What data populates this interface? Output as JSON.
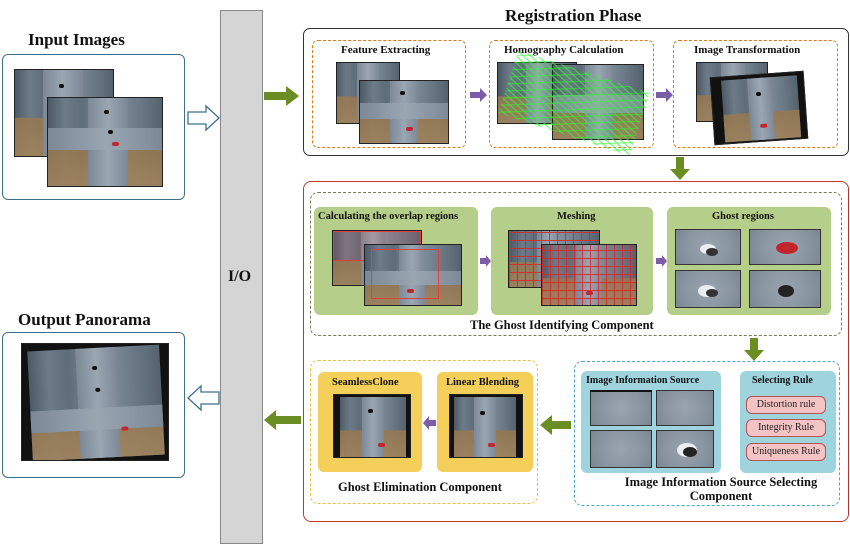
{
  "input_images": {
    "title": "Input Images"
  },
  "output_panorama": {
    "title": "Output Panorama"
  },
  "io": {
    "label": "I/O"
  },
  "registration": {
    "title": "Registration Phase",
    "steps": [
      {
        "label": "Feature Extracting"
      },
      {
        "label": "Homography Calculation"
      },
      {
        "label": "Image Transformation"
      }
    ]
  },
  "ghost_identifying": {
    "caption": "The Ghost Identifying Component",
    "steps": [
      {
        "label": "Calculating the overlap regions"
      },
      {
        "label": "Meshing"
      },
      {
        "label": "Ghost  regions"
      }
    ]
  },
  "info_source": {
    "caption": "Image Information Source Selecting Component",
    "source_label": "Image Information Source",
    "rule_label": "Selecting Rule",
    "rules": [
      "Distortion rule",
      "Integrity Rule",
      "Uniqueness Rule"
    ]
  },
  "ghost_elimination": {
    "caption": "Ghost Elimination Component",
    "steps": [
      {
        "label": "SeamlessClone"
      },
      {
        "label": "Linear Blending"
      }
    ]
  },
  "colors": {
    "green_arrow": "#6b8e23",
    "purple_arrow": "#7b5ea7",
    "outer_red": "#c0392b",
    "panel_green": "#b5cf8a",
    "panel_teal": "#9fd3dd",
    "panel_yellow": "#f4cf5a",
    "dashed_orange": "#e07b1a"
  }
}
